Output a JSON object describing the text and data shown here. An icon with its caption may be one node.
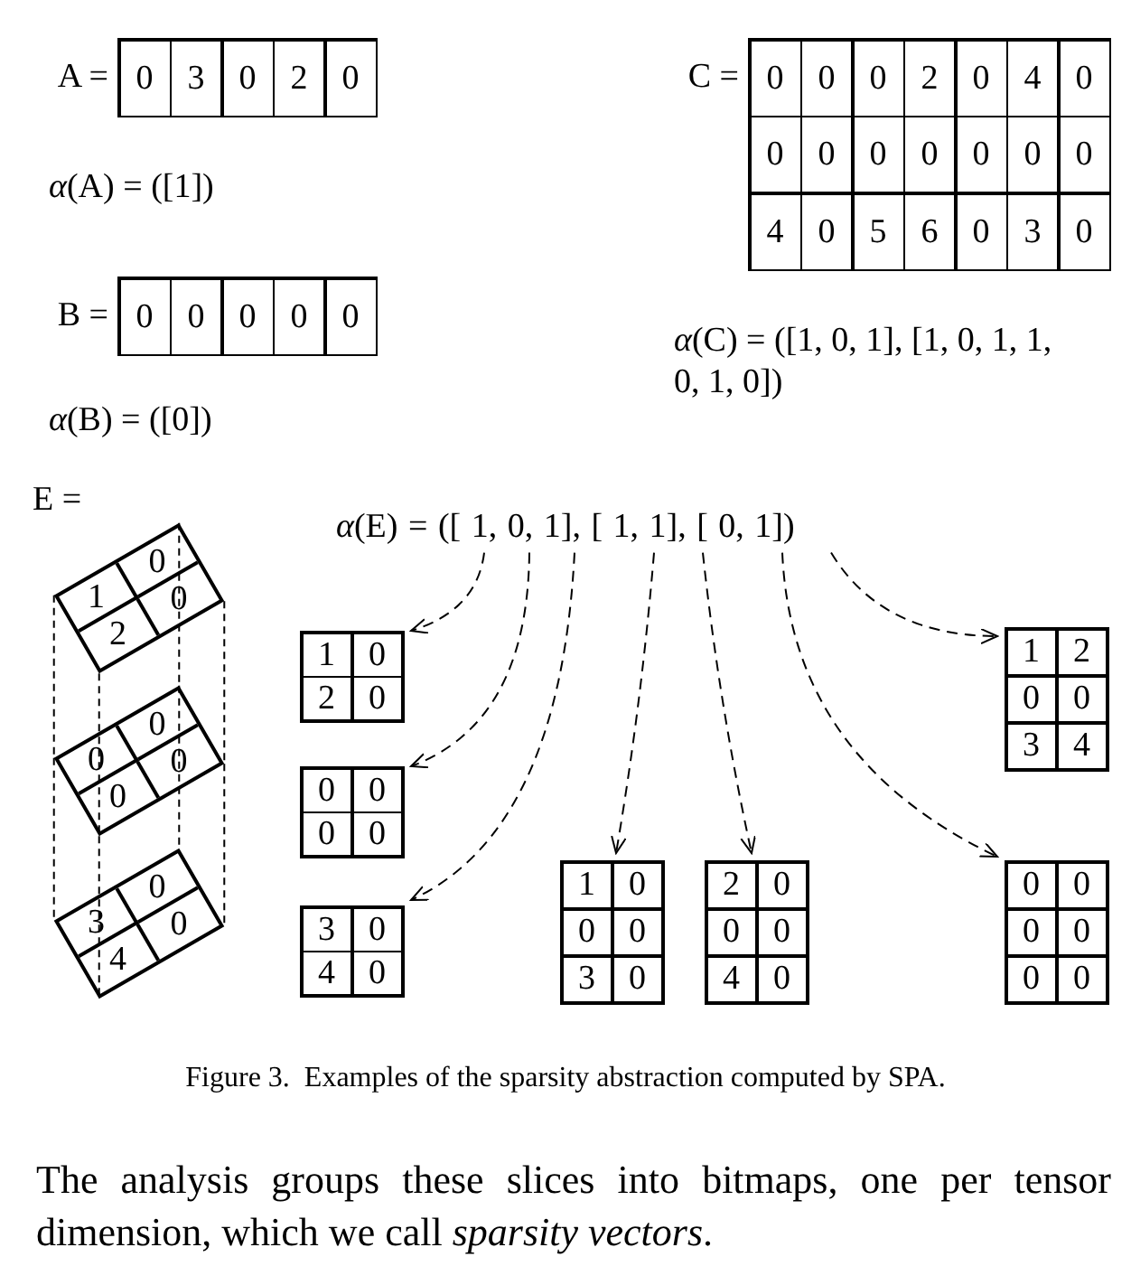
{
  "diagram": {
    "caption": "Figure 3.  Examples of the sparsity abstraction computed by SPA.",
    "nodes": [
      {
        "text": [
          "0",
          "3",
          "0",
          "2",
          "0"
        ],
        "beside": [
          "A ="
        ]
      },
      {
        "text": [
          "0",
          "0",
          "0",
          "2",
          "0",
          "4",
          "0",
          "0",
          "0",
          "0",
          "0",
          "0",
          "0",
          "0",
          "4",
          "0",
          "5",
          "6",
          "0",
          "3",
          "0"
        ],
        "beside": [
          "C ="
        ]
      },
      {
        "text": [
          "0",
          "0",
          "0",
          "0",
          "0"
        ],
        "beside": [
          "B ="
        ]
      },
      {
        "text": [
          "1",
          "0",
          "2",
          "0"
        ]
      },
      {
        "text": [
          "0",
          "0",
          "0",
          "0"
        ]
      },
      {
        "text": [
          "3",
          "0",
          "4",
          "0"
        ]
      },
      {
        "text": [
          "*α*(E) = ([ 1,  0,  1], [ 1,  1], [ 0,  1])"
        ]
      },
      {
        "text": [
          "1",
          "0",
          "2",
          "0"
        ]
      },
      {
        "text": [
          "0",
          "0",
          "0",
          "0"
        ]
      },
      {
        "text": [
          "3",
          "0",
          "4",
          "0"
        ]
      },
      {
        "text": [
          "1",
          "0",
          "0",
          "0",
          "3",
          "0"
        ]
      },
      {
        "text": [
          "2",
          "0",
          "0",
          "0",
          "4",
          "0"
        ]
      },
      {
        "text": [
          "1",
          "2",
          "0",
          "0",
          "3",
          "4"
        ]
      },
      {
        "text": [
          "0",
          "0",
          "0",
          "0",
          "0",
          "0"
        ]
      }
    ],
    "edges": [
      {
        "from": 6,
        "to": 7,
        "arrow": "to",
        "style": "dashed"
      },
      {
        "from": 6,
        "to": 8,
        "arrow": "to",
        "style": "dashed"
      },
      {
        "from": 6,
        "to": 9,
        "arrow": "to",
        "style": "dashed"
      },
      {
        "from": 6,
        "to": 10,
        "arrow": "to",
        "style": "dashed"
      },
      {
        "from": 6,
        "to": 11,
        "arrow": "to",
        "style": "dashed"
      },
      {
        "from": 6,
        "to": 13,
        "arrow": "to",
        "style": "dashed"
      },
      {
        "from": 6,
        "to": 12,
        "arrow": "to",
        "style": "dashed"
      },
      {
        "from": 3,
        "to": 4,
        "arrow": "none",
        "style": "dashed"
      },
      {
        "from": 4,
        "to": 5,
        "arrow": "none",
        "style": "dashed"
      },
      {
        "from": 3,
        "to": 4,
        "arrow": "none",
        "style": "dashed"
      },
      {
        "from": 4,
        "to": 5,
        "arrow": "none",
        "style": "dashed"
      },
      {
        "from": 3,
        "to": 4,
        "arrow": "none",
        "style": "dashed"
      },
      {
        "from": 4,
        "to": 5,
        "arrow": "none",
        "style": "dashed"
      },
      {
        "from": 3,
        "to": 4,
        "arrow": "none",
        "style": "dashed"
      },
      {
        "from": 4,
        "to": 5,
        "arrow": "none",
        "style": "dashed"
      }
    ],
    "labels": [
      "*α*(A) = ([1])",
      "*α*(B) = ([0])",
      "*α*(C) = ([1, 0, 1], [1, 0, 1, 1, 0, 1, 0])",
      "E =",
      "The analysis groups these slices into bitmaps, one per tensor dimension, which we call *sparsity vectors*."
    ]
  }
}
